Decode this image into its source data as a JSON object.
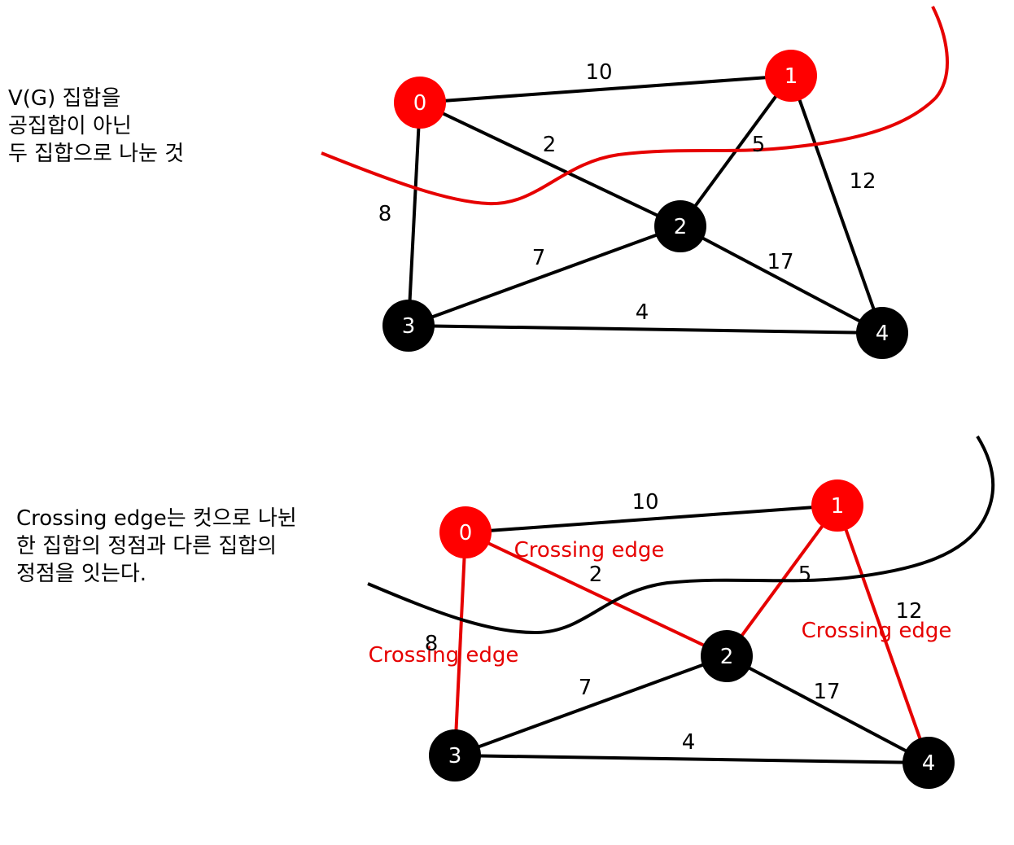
{
  "colors": {
    "cut": "#e60000",
    "normal": "#000000",
    "crossing": "#e60000",
    "node_fill_red": "#ff0000",
    "node_fill_black": "#000000",
    "node_text": "#ffffff"
  },
  "captions": {
    "top": "V(G) 집합을\n공집합이 아닌\n두 집합으로 나눈 것",
    "bottom": "Crossing edge는 컷으로 나뉜\n한 집합의 정점과 다른 집합의\n정점을 잇는다."
  },
  "graph": {
    "nodes": [
      {
        "id": "0",
        "label": "0",
        "color": "red"
      },
      {
        "id": "1",
        "label": "1",
        "color": "red"
      },
      {
        "id": "2",
        "label": "2",
        "color": "black"
      },
      {
        "id": "3",
        "label": "3",
        "color": "black"
      },
      {
        "id": "4",
        "label": "4",
        "color": "black"
      }
    ],
    "edges": [
      {
        "from": "0",
        "to": "1",
        "weight": "10"
      },
      {
        "from": "0",
        "to": "2",
        "weight": "2"
      },
      {
        "from": "0",
        "to": "3",
        "weight": "8"
      },
      {
        "from": "1",
        "to": "2",
        "weight": "5"
      },
      {
        "from": "1",
        "to": "4",
        "weight": "12"
      },
      {
        "from": "2",
        "to": "3",
        "weight": "7"
      },
      {
        "from": "2",
        "to": "4",
        "weight": "17"
      },
      {
        "from": "3",
        "to": "4",
        "weight": "4"
      }
    ]
  },
  "diagrams": [
    {
      "name": "cut-diagram",
      "cut_line_color": "#e60000",
      "highlight_crossing": false
    },
    {
      "name": "crossing-edge-diagram",
      "cut_line_color": "#000000",
      "highlight_crossing": true,
      "crossing_labels": [
        "Crossing edge",
        "Crossing edge",
        "Crossing edge"
      ]
    }
  ]
}
